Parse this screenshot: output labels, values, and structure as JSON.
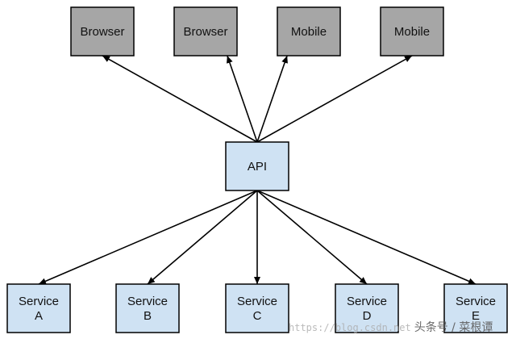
{
  "diagram": {
    "clients": [
      {
        "id": "browser-1",
        "label": "Browser",
        "fill": "#a6a6a6"
      },
      {
        "id": "browser-2",
        "label": "Browser",
        "fill": "#a6a6a6"
      },
      {
        "id": "mobile-1",
        "label": "Mobile",
        "fill": "#a6a6a6"
      },
      {
        "id": "mobile-2",
        "label": "Mobile",
        "fill": "#a6a6a6"
      }
    ],
    "gateway": {
      "id": "api",
      "label": "API",
      "fill": "#cfe2f3"
    },
    "services": [
      {
        "id": "service-a",
        "line1": "Service",
        "line2": "A",
        "fill": "#cfe2f3"
      },
      {
        "id": "service-b",
        "line1": "Service",
        "line2": "B",
        "fill": "#cfe2f3"
      },
      {
        "id": "service-c",
        "line1": "Service",
        "line2": "C",
        "fill": "#cfe2f3"
      },
      {
        "id": "service-d",
        "line1": "Service",
        "line2": "D",
        "fill": "#cfe2f3"
      },
      {
        "id": "service-e",
        "line1": "Service",
        "line2": "E",
        "fill": "#cfe2f3"
      }
    ],
    "edges": [
      {
        "from": "api",
        "to": "browser-1"
      },
      {
        "from": "api",
        "to": "browser-2"
      },
      {
        "from": "api",
        "to": "mobile-1"
      },
      {
        "from": "api",
        "to": "mobile-2"
      },
      {
        "from": "api",
        "to": "service-a"
      },
      {
        "from": "api",
        "to": "service-b"
      },
      {
        "from": "api",
        "to": "service-c"
      },
      {
        "from": "api",
        "to": "service-d"
      },
      {
        "from": "api",
        "to": "service-e"
      }
    ]
  },
  "watermark": {
    "url": "https://blog.csdn.net",
    "brand": "头条号 / 菜根谭"
  }
}
